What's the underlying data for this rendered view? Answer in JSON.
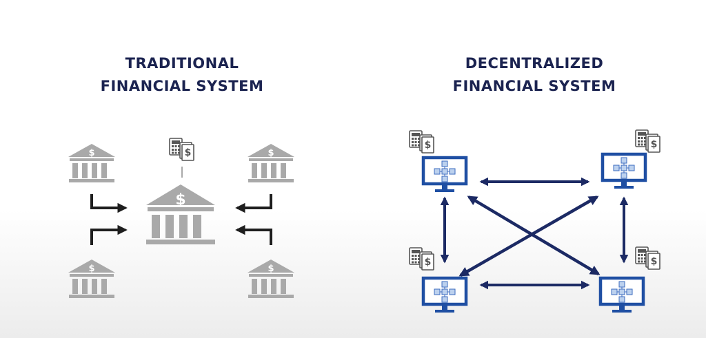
{
  "traditional": {
    "title_line1": "TRADITIONAL",
    "title_line2": "FINANCIAL SYSTEM",
    "currency_symbol": "$"
  },
  "decentralized": {
    "title_line1": "DECENTRALIZED",
    "title_line2": "FINANCIAL SYSTEM",
    "currency_symbol": "$"
  },
  "colors": {
    "title": "#1b2350",
    "bank_gray": "#a9a9a9",
    "arrow_dark": "#1e1e1e",
    "network_navy": "#1c2a64",
    "monitor_blue": "#1f4fa3"
  },
  "icons": [
    "bank-icon",
    "central-bank-icon",
    "calculator-icon",
    "document-icon",
    "computer-monitor-icon",
    "blockchain-icon"
  ]
}
